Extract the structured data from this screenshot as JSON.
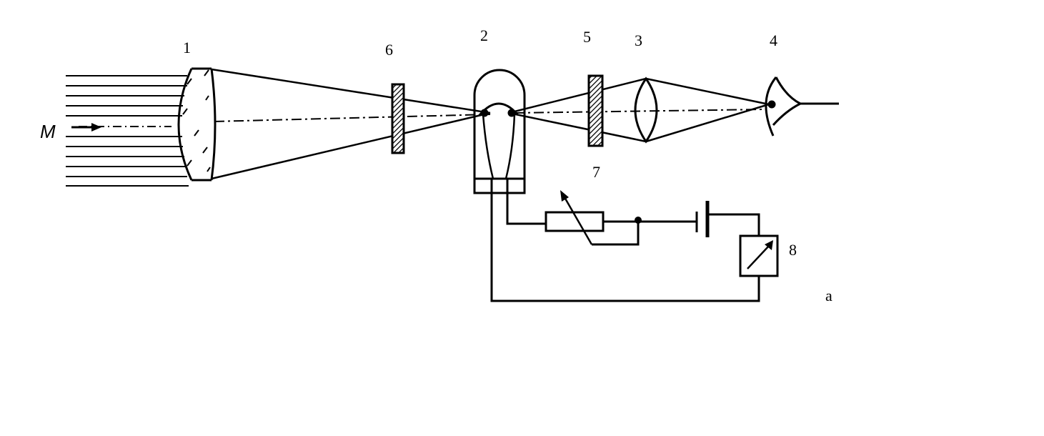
{
  "labels": {
    "objective": "1",
    "lamp": "2",
    "eyepiece_lens": "3",
    "eye": "4",
    "filter_right": "5",
    "filter_left": "6",
    "rheostat": "7",
    "ammeter": "8",
    "incoming_light": "M",
    "panel": "а"
  },
  "colors": {
    "ink": "#000000",
    "paper": "#ffffff",
    "hatch": "#555555"
  }
}
